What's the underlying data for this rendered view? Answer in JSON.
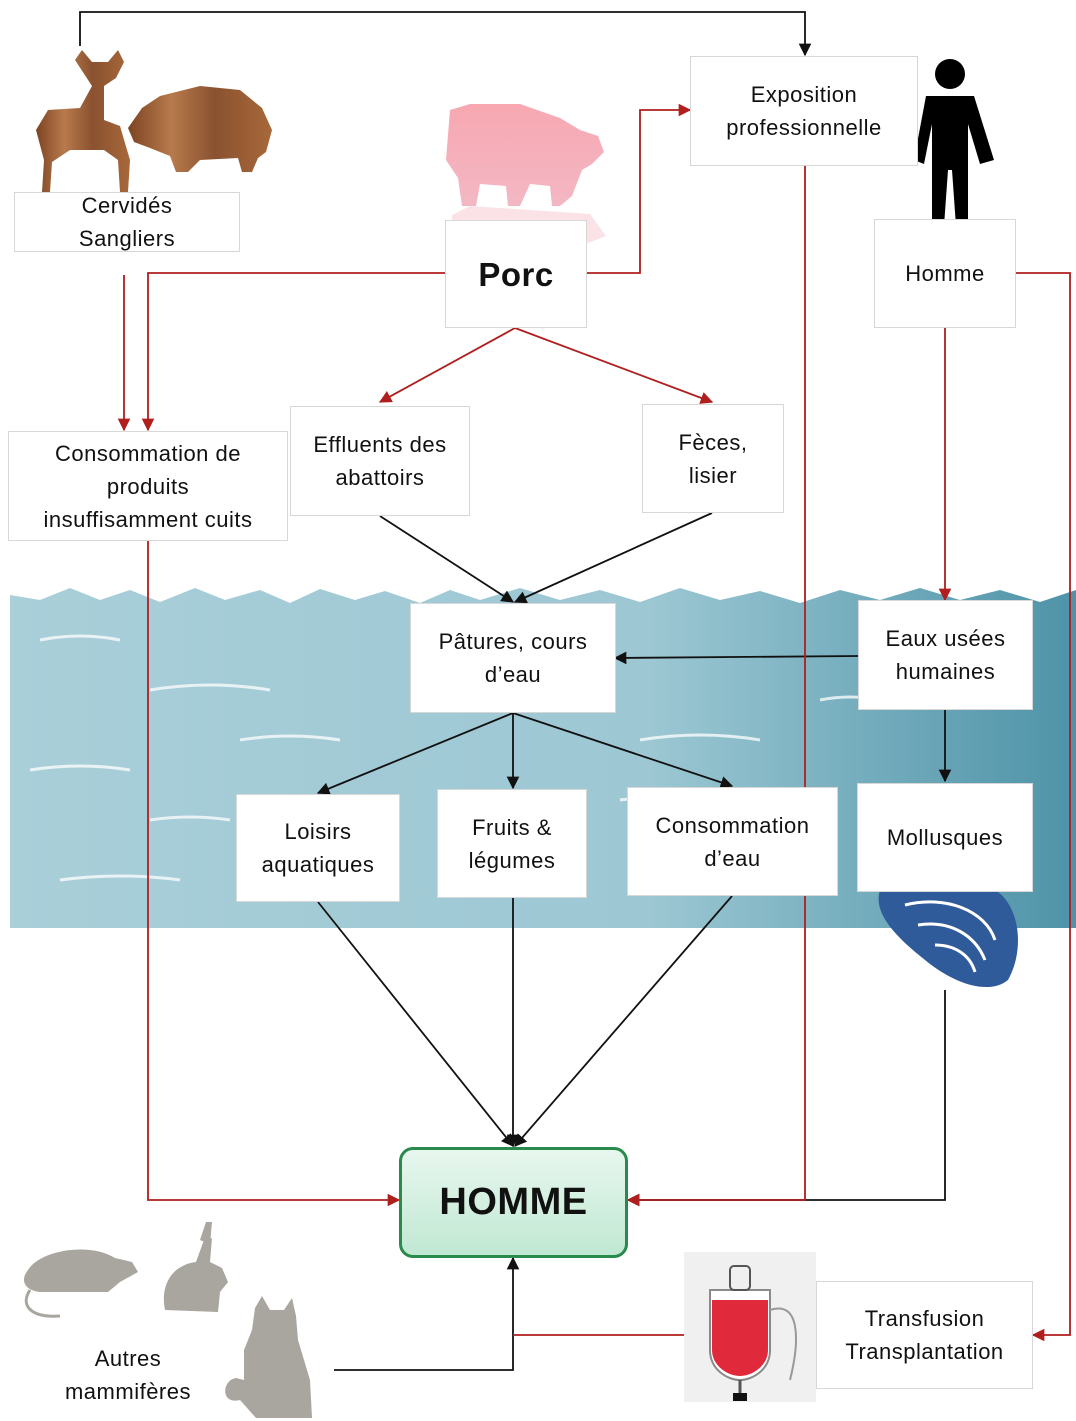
{
  "nodes": {
    "cervides": [
      "Cervidés",
      "Sangliers"
    ],
    "porc": "Porc",
    "exposition": [
      "Exposition",
      "professionnelle"
    ],
    "homme_top": "Homme",
    "consommation_produits": [
      "Consommation de",
      "produits",
      "insuffisamment cuits"
    ],
    "effluents": [
      "Effluents des",
      "abattoirs"
    ],
    "feces": [
      "Fèces,",
      "lisier"
    ],
    "patures": [
      "Pâtures, cours",
      "d’eau"
    ],
    "eaux_usees": [
      "Eaux usées",
      "humaines"
    ],
    "loisirs": [
      "Loisirs",
      "aquatiques"
    ],
    "fruits": [
      "Fruits &",
      "légumes"
    ],
    "consommation_eau": [
      "Consommation",
      "d’eau"
    ],
    "mollusques": "Mollusques",
    "homme_main": "HOMME",
    "autres": [
      "Autres",
      "mammifères"
    ],
    "transfusion": [
      "Transfusion",
      "Transplantation"
    ]
  },
  "colors": {
    "red_arrow": "#b01e1e",
    "black_arrow": "#111111",
    "water": "#8fbfcc",
    "pig": "#f4a1a9",
    "wood": "#9a5a2e",
    "grey_animal": "#a9a6a0",
    "oyster": "#2f5b9a",
    "homme_fill": "#c6ecd8",
    "homme_border": "#2a8a4d"
  },
  "icons": [
    "deer-icon",
    "boar-icon",
    "pig-icon",
    "person-icon",
    "oyster-icon",
    "rat-icon",
    "rabbit-icon",
    "cat-icon",
    "blood-bag-icon"
  ]
}
